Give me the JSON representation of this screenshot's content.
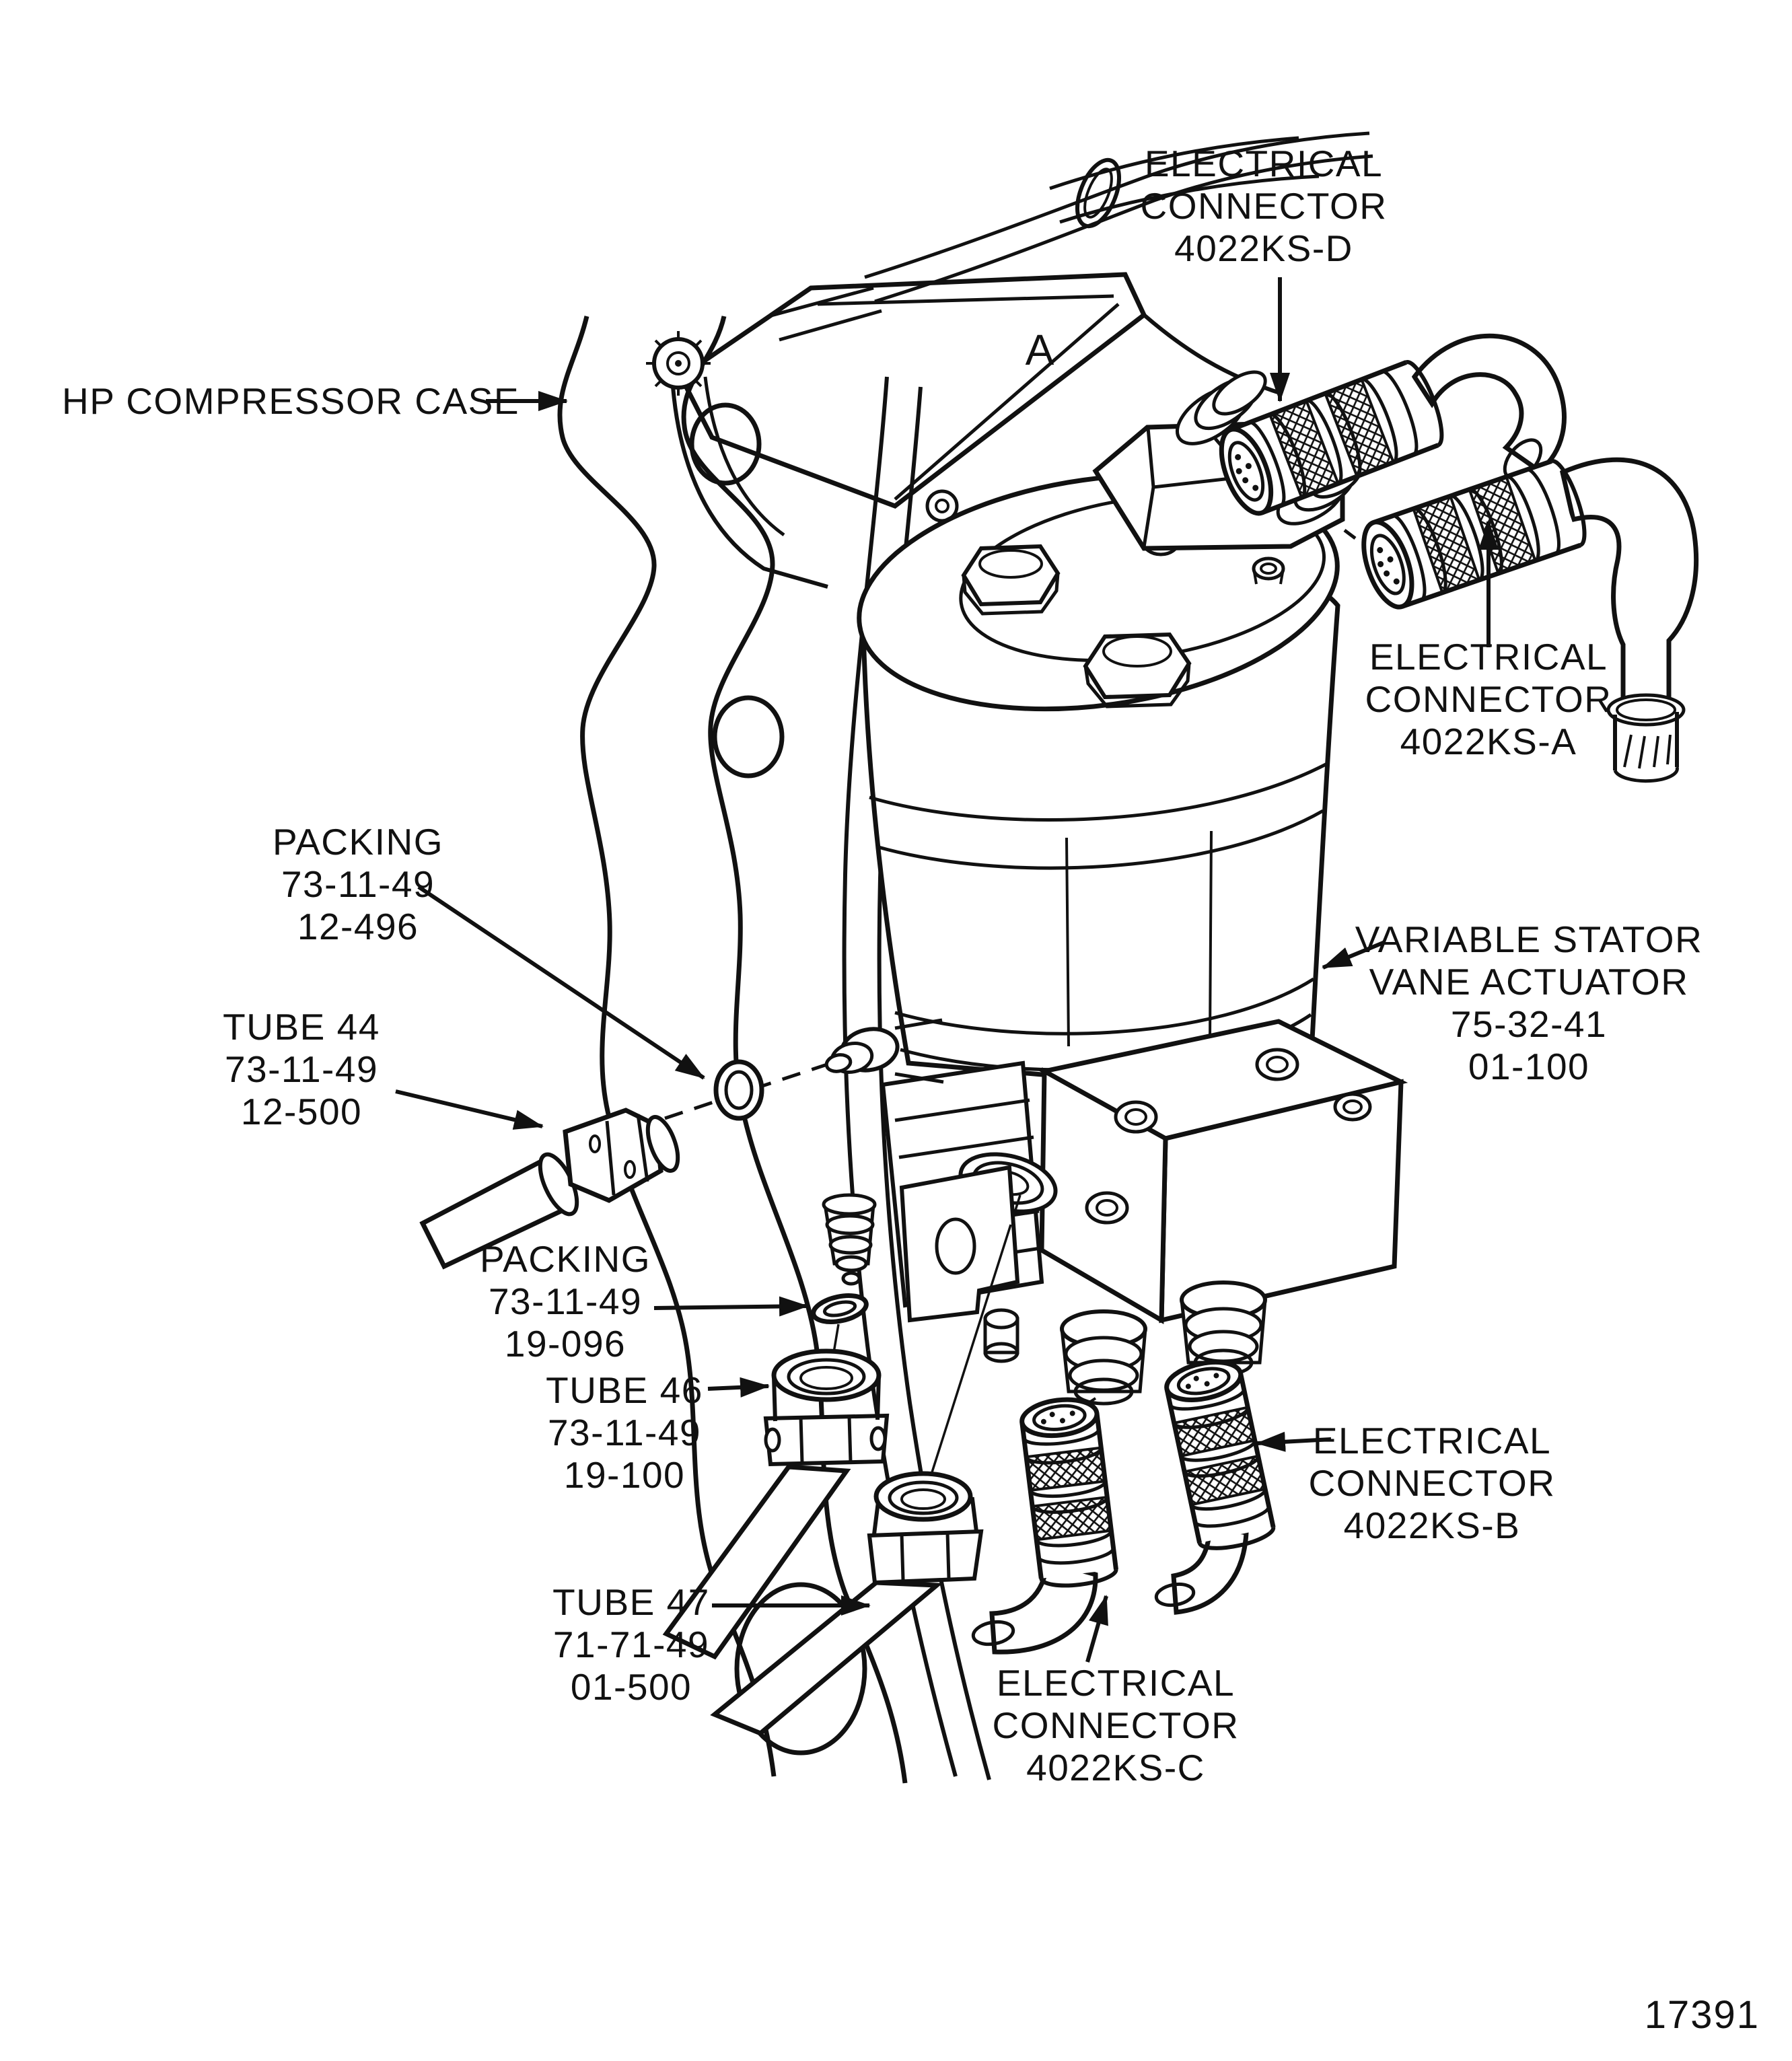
{
  "figure": {
    "drawing_number": "17391",
    "detail_marker": "A",
    "type": "technical-illustration",
    "subject": "Variable stator vane actuator installation on HP compressor case"
  },
  "colors": {
    "ink": "#111111",
    "background": "#ffffff"
  },
  "callouts": {
    "hp_compressor_case": {
      "lines": [
        "HP COMPRESSOR CASE"
      ]
    },
    "electrical_connector_d": {
      "lines": [
        "ELECTRICAL",
        "CONNECTOR",
        "4022KS-D"
      ]
    },
    "electrical_connector_a": {
      "lines": [
        "ELECTRICAL",
        "CONNECTOR",
        "4022KS-A"
      ]
    },
    "variable_stator_vane_actuator": {
      "lines": [
        "VARIABLE STATOR",
        "VANE ACTUATOR",
        "75-32-41",
        "01-100"
      ]
    },
    "packing_12_496": {
      "lines": [
        "PACKING",
        "73-11-49",
        "12-496"
      ]
    },
    "tube_44": {
      "lines": [
        "TUBE 44",
        "73-11-49",
        "12-500"
      ]
    },
    "packing_19_096": {
      "lines": [
        "PACKING",
        "73-11-49",
        "19-096"
      ]
    },
    "tube_46": {
      "lines": [
        "TUBE 46",
        "73-11-49",
        "19-100"
      ]
    },
    "tube_47": {
      "lines": [
        "TUBE 47",
        "71-71-49",
        "01-500"
      ]
    },
    "electrical_connector_c": {
      "lines": [
        "ELECTRICAL",
        "CONNECTOR",
        "4022KS-C"
      ]
    },
    "electrical_connector_b": {
      "lines": [
        "ELECTRICAL",
        "CONNECTOR",
        "4022KS-B"
      ]
    }
  }
}
